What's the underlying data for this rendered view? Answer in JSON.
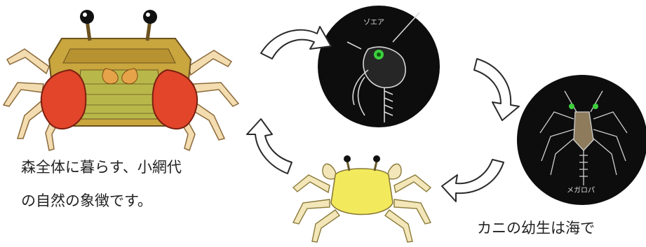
{
  "captions": {
    "main_line1": "森全体に暮らす、小網代",
    "main_line2": "の自然の象徴です。",
    "larva": "カニの幼生は海で"
  },
  "stages": {
    "zoea_label": "ゾエア",
    "megalopa_label": "メガロパ"
  },
  "colors": {
    "adult_claw": "#e2452a",
    "adult_shell": "#c9a63e",
    "juvenile_shell": "#f2ea5c",
    "leg": "#f3dcb0",
    "disc": "#0d0d0d",
    "larva_eye": "#3ccf3c",
    "arrow_stroke": "#2b2b2b"
  },
  "icons": [
    "adult-crab-illustration",
    "zoea-larva-illustration",
    "megalopa-larva-illustration",
    "juvenile-crab-illustration",
    "cycle-arrow-icon"
  ]
}
